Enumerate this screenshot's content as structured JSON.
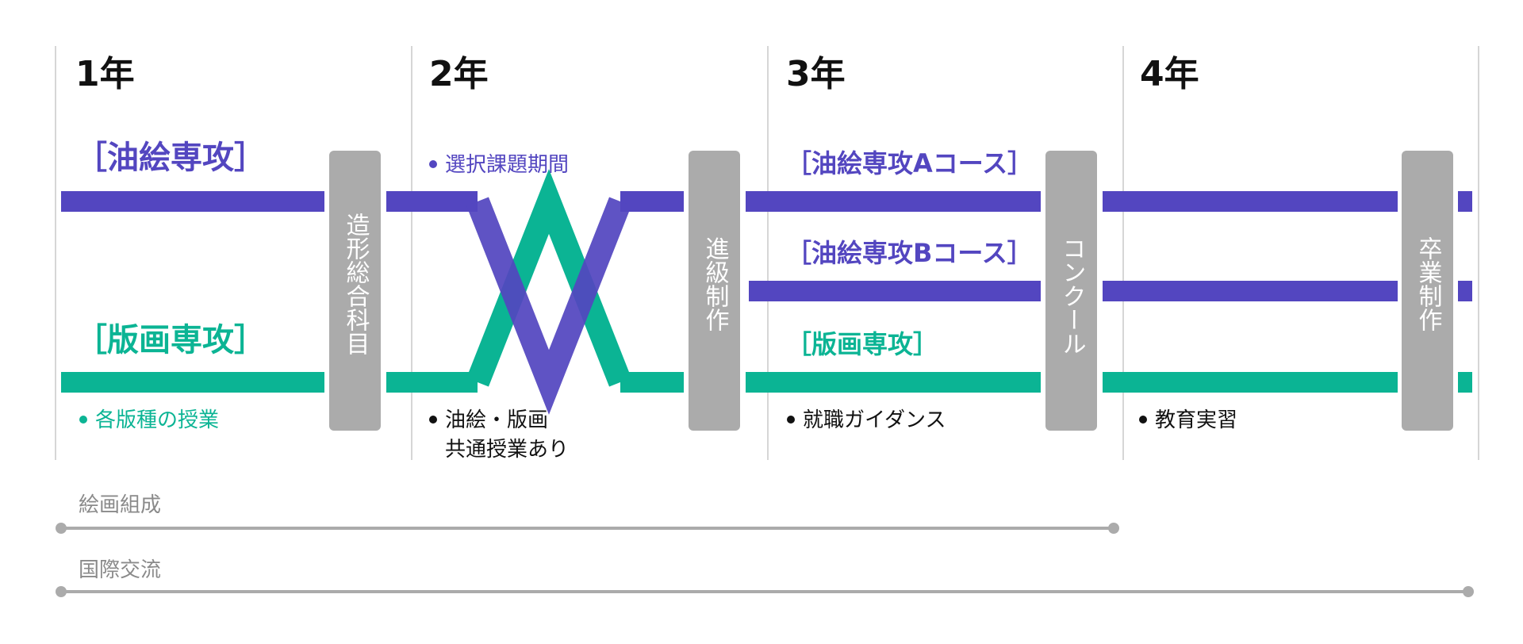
{
  "colors": {
    "oil": "#5346C0",
    "print": "#0BB494",
    "pillar": "#ABABAB",
    "divider": "#C8C8C8",
    "text": "#111111",
    "progress": "#ABABAB"
  },
  "years": [
    "1年",
    "2年",
    "3年",
    "4年"
  ],
  "tracks": {
    "oil_major": "［油絵専攻］",
    "print_major": "［版画専攻］",
    "oil_course_a": "［油絵専攻Aコース］",
    "oil_course_b": "［油絵専攻Bコース］",
    "print_major_y3": "［版画専攻］"
  },
  "notes": {
    "y1_print": "各版種の授業",
    "y2_select": "選択課題期間",
    "y2_common_1": "油絵・版画",
    "y2_common_2": "共通授業あり",
    "y3_job": "就職ガイダンス",
    "y4_teaching": "教育実習"
  },
  "stages": {
    "s1": "造形総合科目",
    "s2": "進級制作",
    "s3": "コンクール",
    "s4": "卒業制作"
  },
  "ongoing": {
    "painting": "絵画組成",
    "exchange": "国際交流"
  }
}
